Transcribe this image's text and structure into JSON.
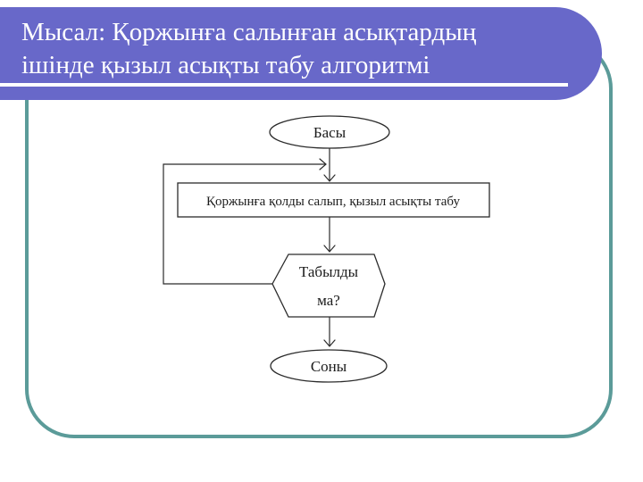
{
  "slide": {
    "title": {
      "line1": "Мысал: Қоржынға салынған асықтардың",
      "line2": "ішінде қызыл асықты табу алгоритмі"
    }
  },
  "flowchart": {
    "start_label": "Басы",
    "process_label": "Қоржынға қолды салып, қызыл асықты табу",
    "decision_label_line1": "Табылды",
    "decision_label_line2": "ма?",
    "end_label": "Соны"
  },
  "colors": {
    "title_bg": "#6868c9",
    "frame_border": "#5b9b99",
    "underline": "#ffffff",
    "diagram_stroke": "#2b2b2b"
  }
}
